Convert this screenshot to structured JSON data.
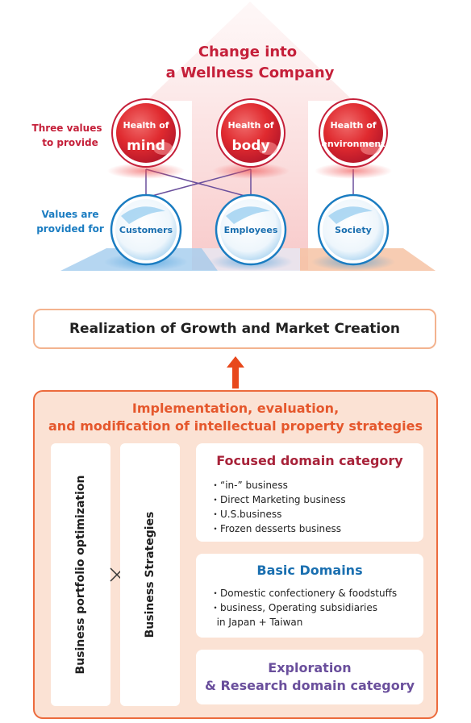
{
  "top": {
    "headline": [
      "Change into",
      "a Wellness Company"
    ],
    "left_label_1": [
      "Three values",
      "to provide"
    ],
    "left_label_2": [
      "Values are",
      "provided for"
    ],
    "values": [
      {
        "line1": "Health of",
        "line2": "mind"
      },
      {
        "line1": "Health of",
        "line2": "body"
      },
      {
        "line1": "Health of",
        "line2": "environment"
      }
    ],
    "recipients": [
      "Customers",
      "Employees",
      "Society"
    ]
  },
  "banner": {
    "text": "Realization of Growth and Market Creation"
  },
  "panel": {
    "title_line1": "Implementation, evaluation,",
    "title_line2": "and modification of intellectual property strategies",
    "left_box": "Business portfolio optimization",
    "times_symbol": "×",
    "middle_box": "Business Strategies",
    "cards": {
      "focused": {
        "title": "Focused domain category",
        "items": [
          "・“in-” business",
          "・Direct Marketing business",
          "・U.S.business",
          "・Frozen desserts business"
        ]
      },
      "basic": {
        "title": "Basic Domains",
        "items": [
          "・Domestic confectionery & foodstuffs",
          "・business, Operating subsidiaries",
          "  in Japan + Taiwan"
        ]
      },
      "exploration": {
        "title_line1": "Exploration",
        "title_line2": "& Research domain category"
      }
    }
  },
  "colors": {
    "red": "#c5203a",
    "blue": "#1a7cc1",
    "orange": "#e5572c",
    "purple": "#6a4f9c"
  }
}
